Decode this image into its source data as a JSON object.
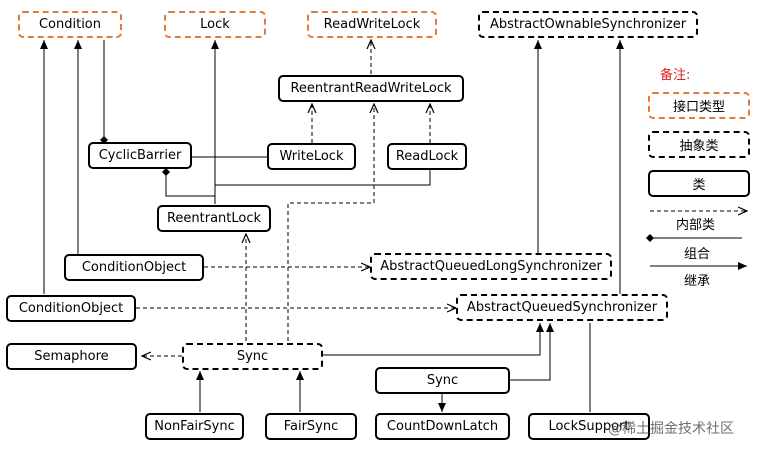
{
  "nodes": {
    "condition": "Condition",
    "lock": "Lock",
    "readwritelock": "ReadWriteLock",
    "aos": "AbstractOwnableSynchronizer",
    "rrwl": "ReentrantReadWriteLock",
    "cyclicbarrier": "CyclicBarrier",
    "writelock": "WriteLock",
    "readlock": "ReadLock",
    "reentrantlock": "ReentrantLock",
    "condobj1": "ConditionObject",
    "aqls": "AbstractQueuedLongSynchronizer",
    "condobj2": "ConditionObject",
    "aqs": "AbstractQueuedSynchronizer",
    "semaphore": "Semaphore",
    "sync1": "Sync",
    "sync2": "Sync",
    "nonfairsync": "NonFairSync",
    "fairsync": "FairSync",
    "countdownlatch": "CountDownLatch",
    "locksupport": "LockSupport"
  },
  "legend": {
    "title": "备注:",
    "interface": "接口类型",
    "abstract": "抽象类",
    "class": "类",
    "inner": "内部类",
    "composition": "组合",
    "inheritance": "继承"
  },
  "watermark": "@稀土掘金技术社区",
  "colors": {
    "interface_border": "#e07b39",
    "legend_title": "#dd2222",
    "line": "#000000"
  }
}
